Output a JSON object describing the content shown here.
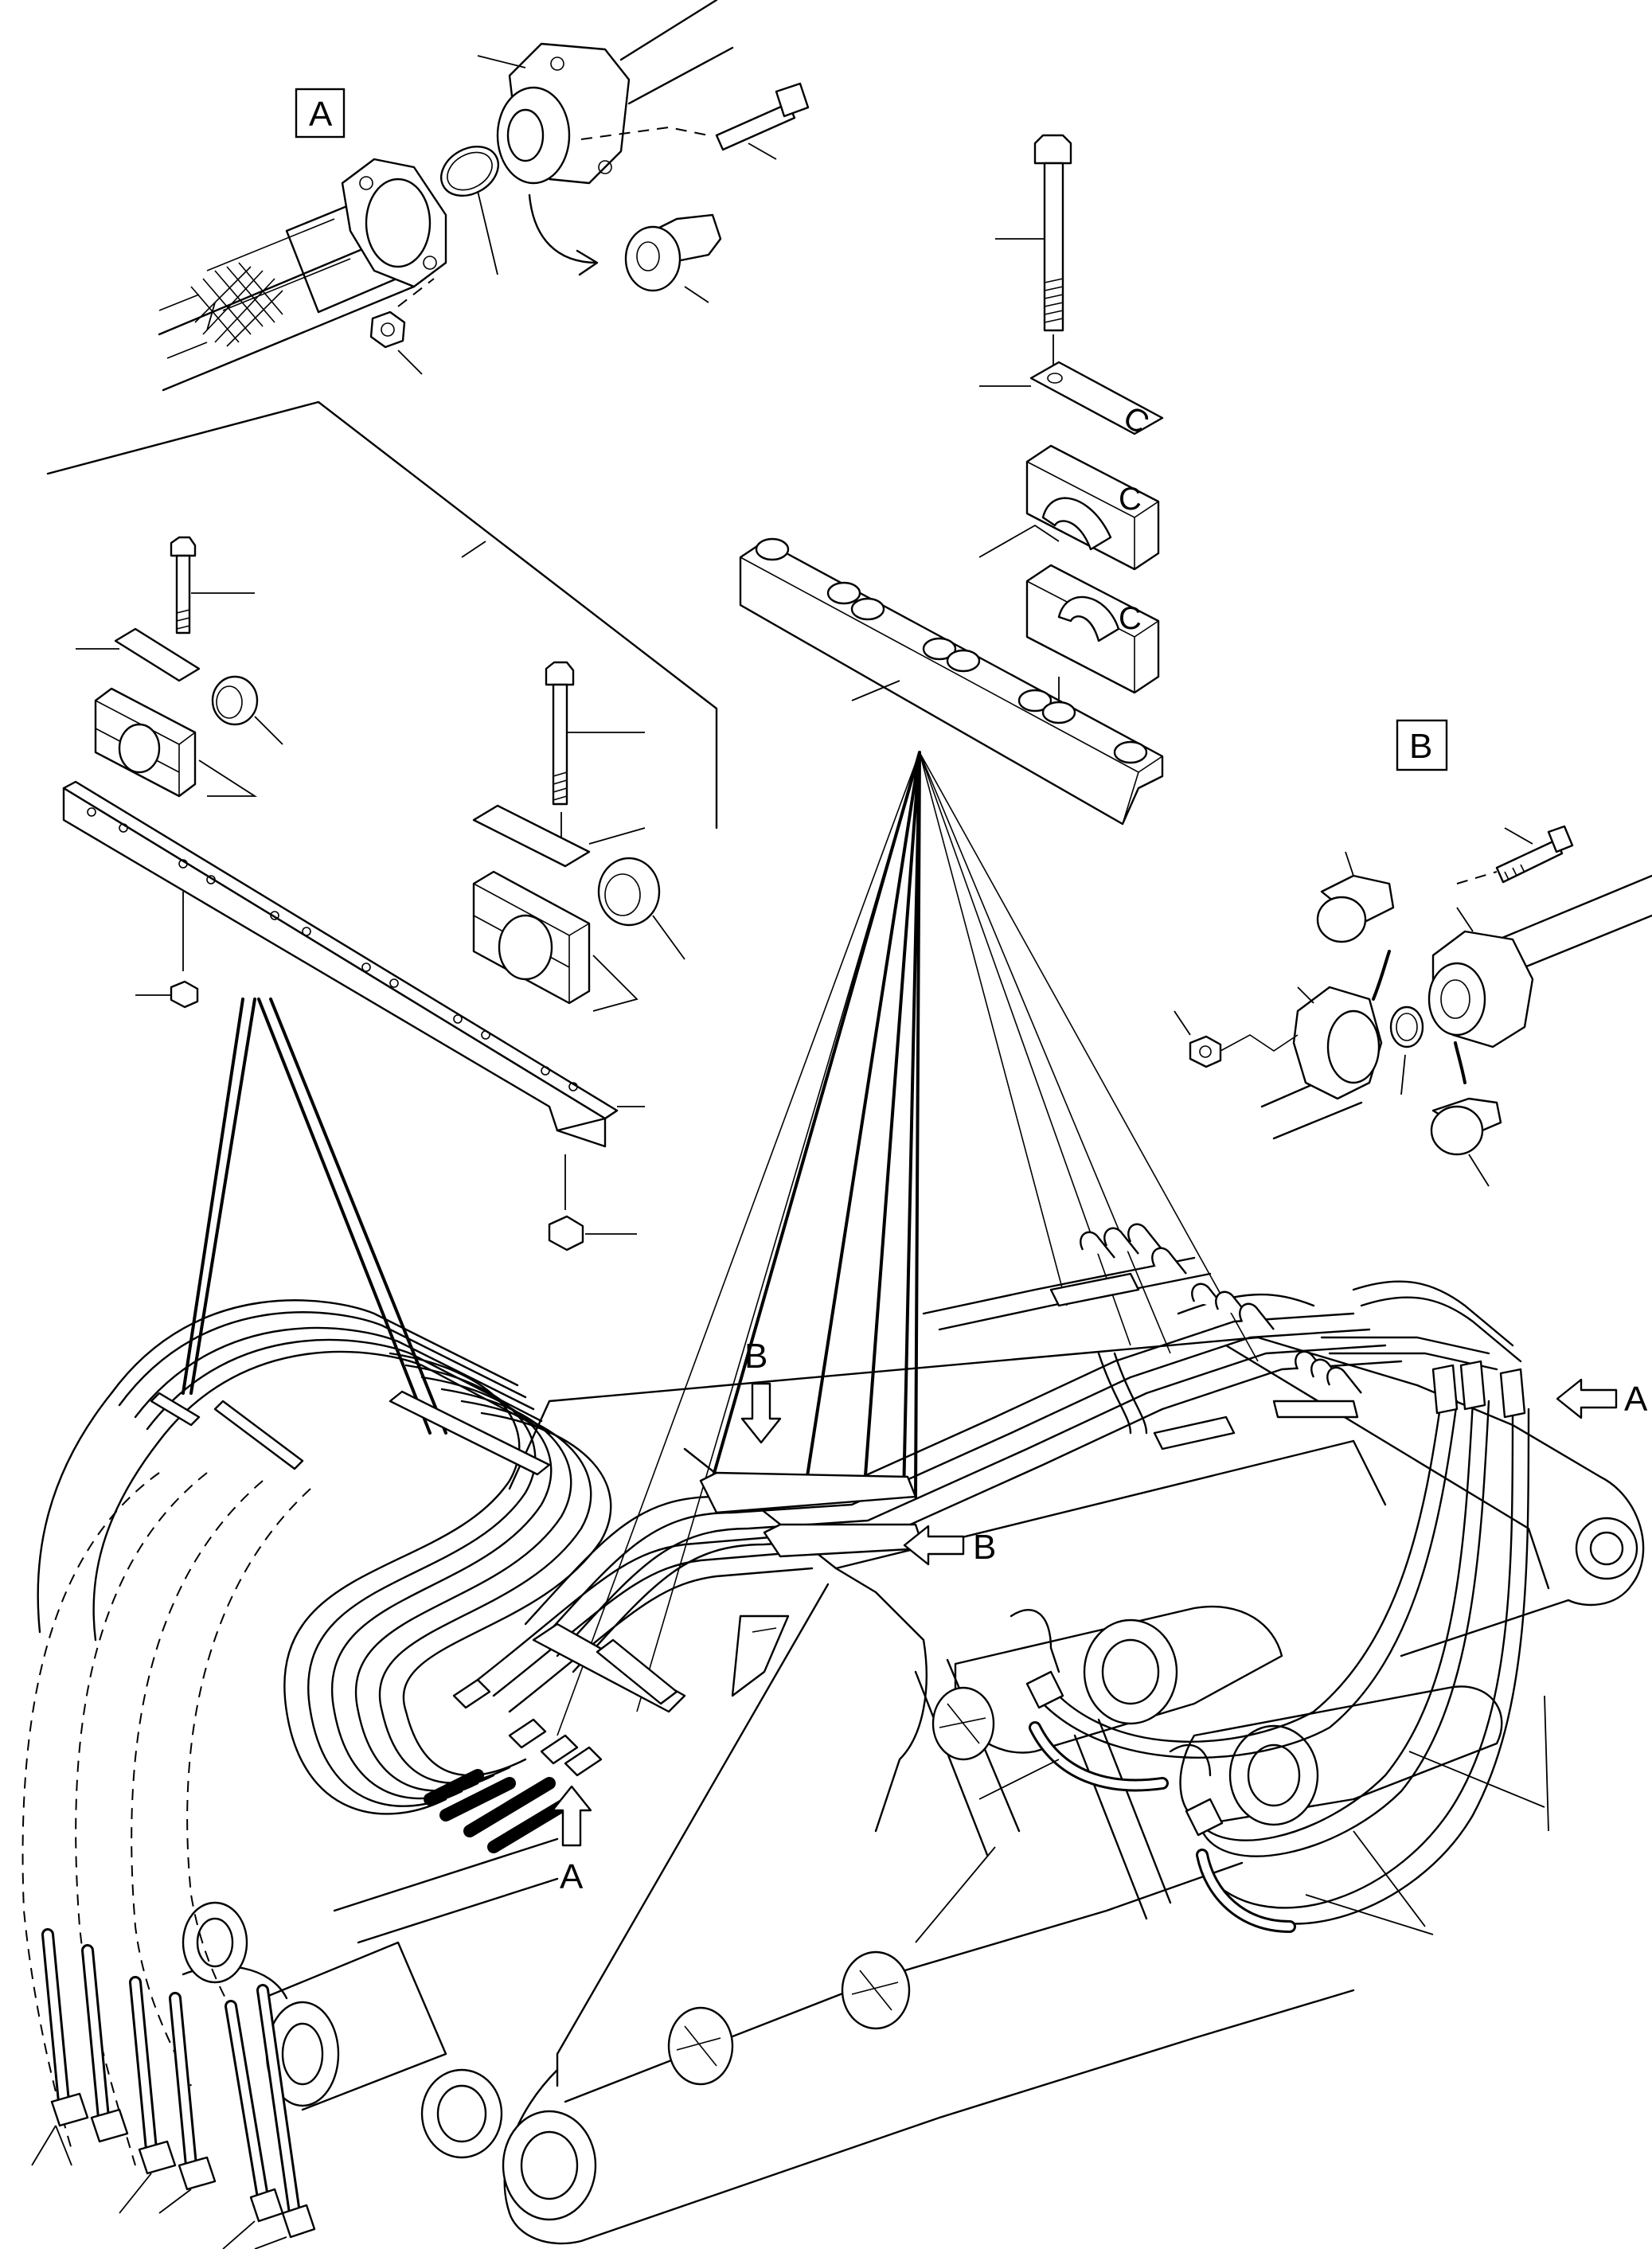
{
  "detail_boxes": {
    "a": "A",
    "b": "B"
  },
  "callouts": {
    "b_upper": "B",
    "b_lower": "B",
    "a_right": "A",
    "a_lower": "A"
  },
  "icons": [
    "arrow-down-icon",
    "arrow-left-icon",
    "arrow-up-icon",
    "curved-arrow-icon"
  ]
}
